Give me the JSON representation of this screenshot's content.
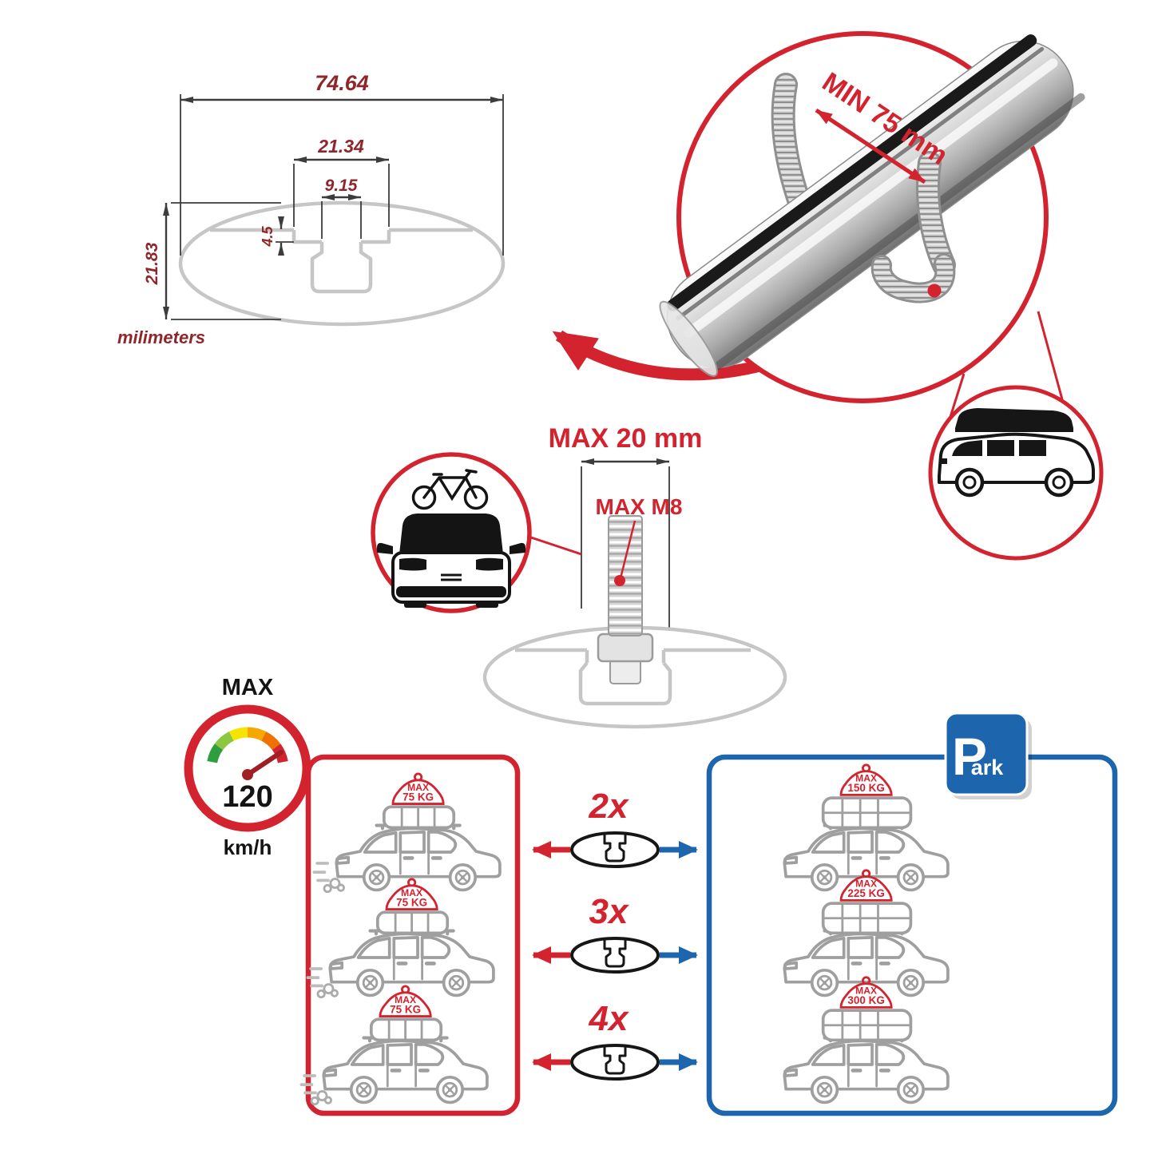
{
  "colors": {
    "accent_red": "#d2232f",
    "accent_blue": "#1d65ad",
    "dimension_text": "#8e262b",
    "profile_gray": "#c6c6c6",
    "car_line_gray": "#9f9f9f"
  },
  "profile_drawing": {
    "total_width": "74.64",
    "outer_slot_width": "21.34",
    "inner_slot_width": "9.15",
    "lip_depth": "4.5",
    "total_height": "21.83",
    "units_label": "milimeters"
  },
  "bar_detail": {
    "strap_min_label": "MIN 75 mm"
  },
  "bolt_detail": {
    "max_length_label": "MAX 20 mm",
    "max_thread_label": "MAX M8"
  },
  "speed_badge": {
    "title": "MAX",
    "value": "120",
    "unit": "km/h"
  },
  "load_comparison": {
    "multipliers": [
      "2x",
      "3x",
      "4x"
    ],
    "driving_cars": [
      {
        "tag_title": "MAX",
        "tag_value": "75 KG"
      },
      {
        "tag_title": "MAX",
        "tag_value": "75 KG"
      },
      {
        "tag_title": "MAX",
        "tag_value": "75 KG"
      }
    ],
    "parked_cars": [
      {
        "tag_title": "MAX",
        "tag_value": "150 KG"
      },
      {
        "tag_title": "MAX",
        "tag_value": "225 KG"
      },
      {
        "tag_title": "MAX",
        "tag_value": "300 KG"
      }
    ],
    "park_sign": {
      "letter": "P",
      "suffix": "ark"
    }
  }
}
